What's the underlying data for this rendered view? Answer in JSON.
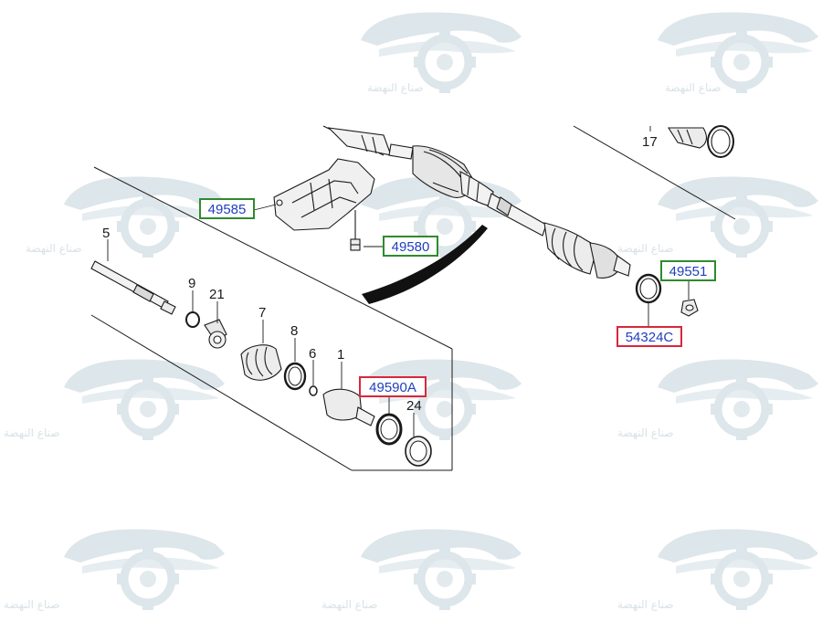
{
  "colors": {
    "line": "#1a1a1a",
    "part_fill": "#f2f2f2",
    "part_shade": "#cfcfcf",
    "label_text_blue": "#1f3fbf",
    "green_box": "#2e8b2e",
    "red_box": "#d9273a",
    "watermark": "#dde6ea"
  },
  "watermark": {
    "text": "صناع النهضة",
    "icon": "car-gear-logo-icon"
  },
  "callouts": {
    "c17": "17",
    "c5": "5",
    "c9": "9",
    "c21": "21",
    "c7": "7",
    "c8": "8",
    "c6": "6",
    "c1": "1",
    "c24": "24"
  },
  "part_labels": {
    "p49585": "49585",
    "p49580": "49580",
    "p49551": "49551",
    "p54324C": "54324C",
    "p49590A": "49590A"
  }
}
